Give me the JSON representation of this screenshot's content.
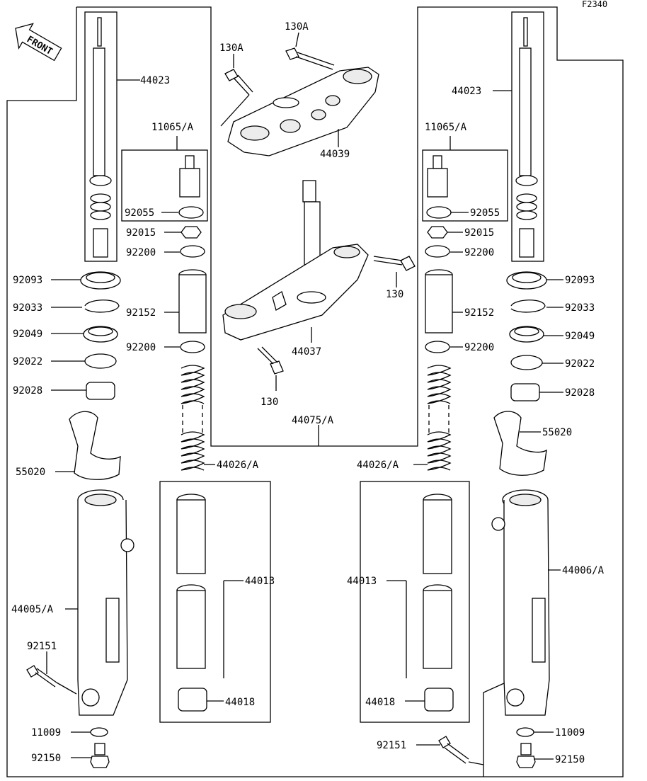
{
  "diagram_code": "F2340",
  "front_marker": "FRONT",
  "labels": {
    "l_44023": "44023",
    "r_44023": "44023",
    "l_11065": "11065/A",
    "r_11065": "11065/A",
    "l_92055": "92055",
    "r_92055": "92055",
    "l_92015": "92015",
    "r_92015": "92015",
    "l_92200a": "92200",
    "r_92200a": "92200",
    "l_92093": "92093",
    "r_92093": "92093",
    "l_92033": "92033",
    "r_92033": "92033",
    "l_92152": "92152",
    "r_92152": "92152",
    "l_92049": "92049",
    "r_92049": "92049",
    "l_92200b": "92200",
    "r_92200b": "92200",
    "l_92022": "92022",
    "r_92022": "92022",
    "l_92028": "92028",
    "r_92028": "92028",
    "l_55020": "55020",
    "r_55020": "55020",
    "l_44026": "44026/A",
    "r_44026": "44026/A",
    "l_44013": "44013",
    "r_44013": "44013",
    "l_44018": "44018",
    "r_44018": "44018",
    "l_44005": "44005/A",
    "r_44006": "44006/A",
    "l_92151": "92151",
    "r_92151": "92151",
    "l_11009": "11009",
    "r_11009": "11009",
    "l_92150": "92150",
    "r_92150": "92150",
    "c_130a1": "130A",
    "c_130a2": "130A",
    "c_44039": "44039",
    "c_44037": "44037",
    "c_130_1": "130",
    "c_130_2": "130",
    "c_44075": "44075/A"
  }
}
